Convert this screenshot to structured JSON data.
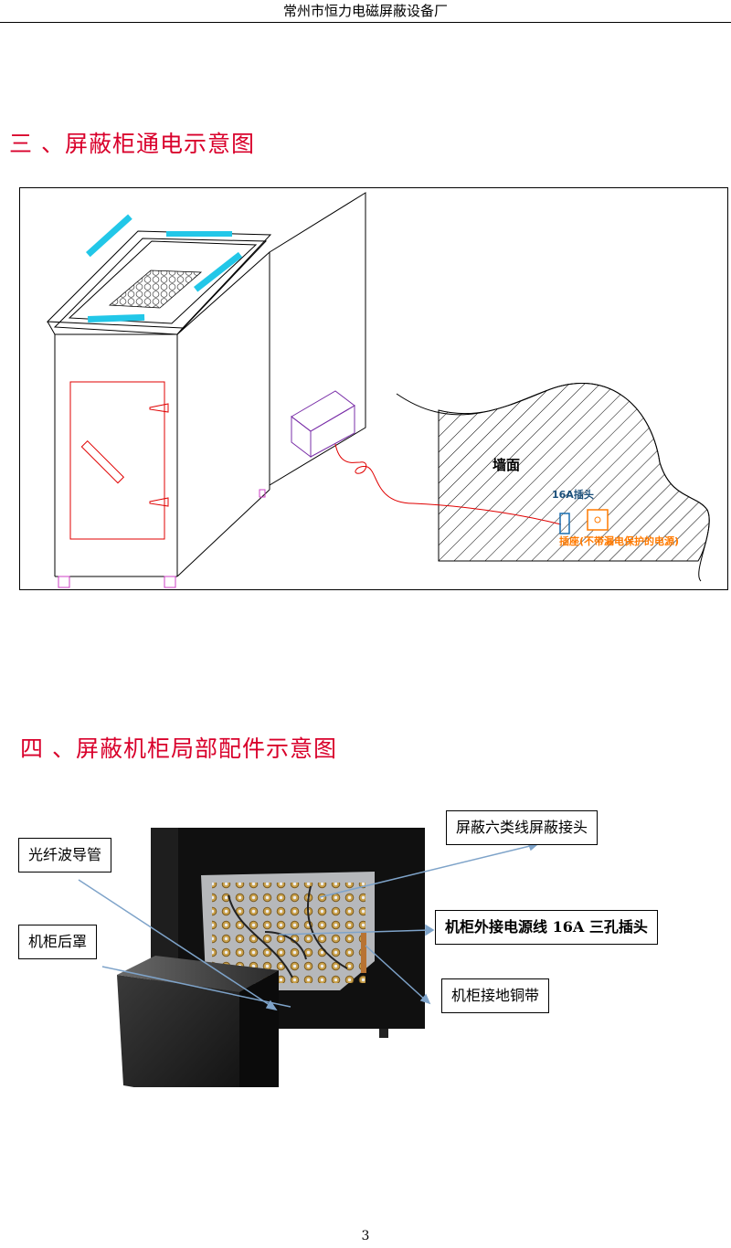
{
  "header": {
    "title": "常州市恒力电磁屏蔽设备厂"
  },
  "sections": {
    "s3": {
      "heading": "三 、屏蔽柜通电示意图"
    },
    "s4": {
      "heading": "四 、屏蔽机柜局部配件示意图"
    }
  },
  "diagram": {
    "wall_label": "墙面",
    "plug_label": "16A插头",
    "socket_label": "插座(不带漏电保护的电源)"
  },
  "photo": {
    "callouts": {
      "cat6": "屏蔽六类线屏蔽接头",
      "fiber": "光纤波导管",
      "power": "机柜外接电源线 16A 三孔插头",
      "cover": "机柜后罩",
      "ground": "机柜接地铜带"
    }
  },
  "page": {
    "number": "3"
  },
  "colors": {
    "heading": "#d9002b",
    "door_outline": "#e00000",
    "vent": "#22c7e8",
    "junction_box": "#7a2fa8",
    "cable": "#e00000",
    "socket": "#ff7a00",
    "arrow": "#7ea3c9"
  }
}
